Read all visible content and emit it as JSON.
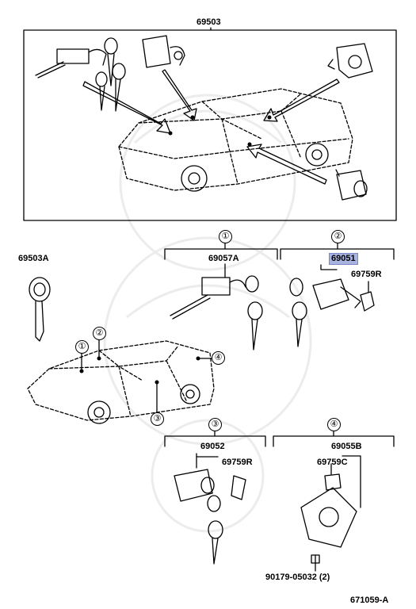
{
  "diagram": {
    "top_assembly": "69503",
    "key_blank": "69503A",
    "group1": {
      "marker": "①",
      "part": "69057A"
    },
    "group2": {
      "marker": "②",
      "part_highlighted": "69051",
      "sub_part": "69759R"
    },
    "group3": {
      "marker": "③",
      "part": "69052",
      "sub_part": "69759R"
    },
    "group4": {
      "marker": "④",
      "part": "69055B",
      "sub_part": "69759C",
      "screw": "90179-05032 (2)"
    },
    "car_markers": [
      "①",
      "②",
      "③",
      "④"
    ],
    "figure_code": "671059-A"
  },
  "colors": {
    "highlight": "#a9b3e0",
    "line": "#000000",
    "watermark": "#e3e3e3"
  }
}
